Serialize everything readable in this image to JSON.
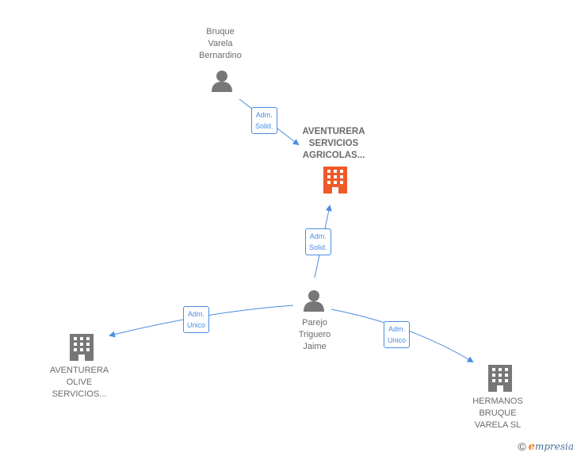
{
  "nodes": {
    "bruque": {
      "name_lines": [
        "Bruque",
        "Varela",
        "Bernardino"
      ]
    },
    "aventurera_agricolas": {
      "name_lines": [
        "AVENTURERA",
        "SERVICIOS",
        "AGRICOLAS..."
      ]
    },
    "parejo": {
      "name_lines": [
        "Parejo",
        "Triguero",
        "Jaime"
      ]
    },
    "aventurera_olive": {
      "name_lines": [
        "AVENTURERA",
        "OLIVE",
        "SERVICIOS..."
      ]
    },
    "hermanos": {
      "name_lines": [
        "HERMANOS",
        "BRUQUE",
        "VARELA  SL"
      ]
    }
  },
  "edges": {
    "bruque_to_agricolas": {
      "label_lines": [
        "Adm.",
        "Solid."
      ]
    },
    "parejo_to_agricolas": {
      "label_lines": [
        "Adm.",
        "Solid."
      ]
    },
    "parejo_to_olive": {
      "label_lines": [
        "Adm.",
        "Unico"
      ]
    },
    "parejo_to_hermanos": {
      "label_lines": [
        "Adm.",
        "Unico"
      ]
    }
  },
  "colors": {
    "edge": "#4a8de0",
    "main_company": "#f05a28",
    "company": "#777777",
    "person": "#777777"
  },
  "footer": {
    "copyright_symbol": "©",
    "brand_first": "e",
    "brand_rest": "mpresia"
  }
}
